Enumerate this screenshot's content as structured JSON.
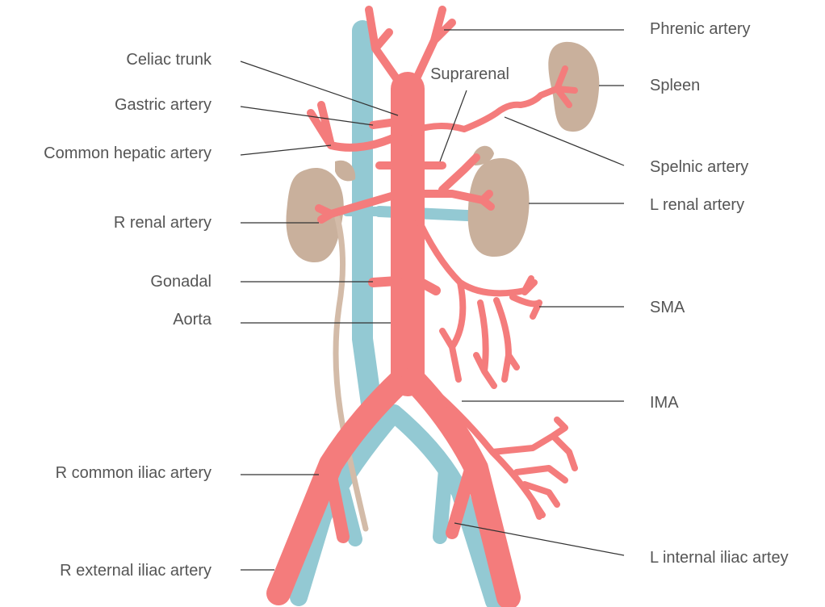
{
  "labels": {
    "phrenic_artery": "Phrenic artery",
    "celiac_trunk": "Celiac trunk",
    "suprarenal": "Suprarenal",
    "spleen": "Spleen",
    "gastric_artery": "Gastric artery",
    "common_hepatic_artery": "Common hepatic artery",
    "splenic_artery": "Spelnic artery",
    "r_renal_artery": "R renal artery",
    "l_renal_artery": "L renal artery",
    "gonadal": "Gonadal",
    "sma": "SMA",
    "aorta": "Aorta",
    "ima": "IMA",
    "r_common_iliac_artery": "R common iliac artery",
    "l_internal_iliac_artery": "L internal iliac artey",
    "r_external_iliac_artery": "R external iliac artery"
  },
  "colors": {
    "artery": "#f47c7c",
    "vein": "#93c9d3",
    "organ": "#c9b09c",
    "ureter": "#d3bba8",
    "leader": "#333333",
    "text": "#555555"
  }
}
